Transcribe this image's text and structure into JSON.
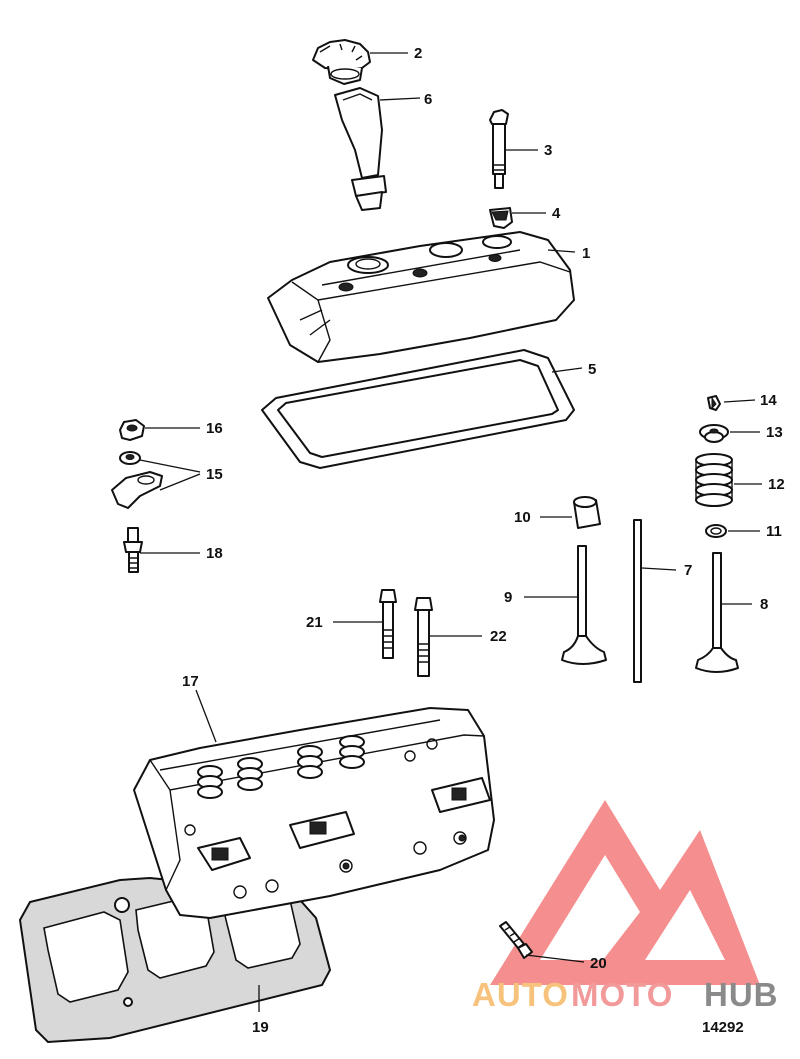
{
  "callouts": {
    "c1": "1",
    "c2": "2",
    "c3": "3",
    "c4": "4",
    "c5": "5",
    "c6": "6",
    "c7": "7",
    "c8": "8",
    "c9": "9",
    "c10": "10",
    "c11": "11",
    "c12": "12",
    "c13": "13",
    "c14": "14",
    "c15": "15",
    "c16": "16",
    "c17": "17",
    "c18": "18",
    "c19": "19",
    "c20": "20",
    "c21": "21",
    "c22": "22"
  },
  "figure_number": "14292",
  "watermark": {
    "part1": "AUTO",
    "part2": "MOTO",
    "part3": "HUB",
    "colors": {
      "auto": "#f7c37c",
      "moto": "#f29a9a",
      "hub": "#8a8a8a",
      "logo": "#f04848"
    }
  }
}
